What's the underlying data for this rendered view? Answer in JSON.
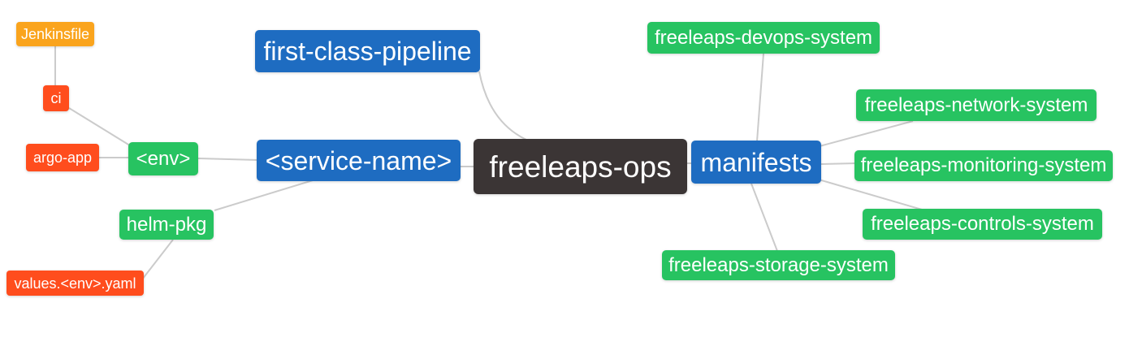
{
  "diagram": {
    "type": "mindmap",
    "root_label": "freeleaps-ops"
  },
  "colors": {
    "blue": "#1e6cc1",
    "green": "#27c361",
    "orange": "#faa41d",
    "red": "#ff4d1d",
    "dark": "#3b3535",
    "edge": "#cbcbcb",
    "background": "#ffffff",
    "node_text": "#ffffff"
  },
  "nodes": [
    {
      "id": "jenkinsfile",
      "label": "Jenkinsfile",
      "color": "#faa41d"
    },
    {
      "id": "ci",
      "label": "ci",
      "color": "#ff4d1d"
    },
    {
      "id": "argo-app",
      "label": "argo-app",
      "color": "#ff4d1d"
    },
    {
      "id": "env",
      "label": "<env>",
      "color": "#27c361"
    },
    {
      "id": "helm-pkg",
      "label": "helm-pkg",
      "color": "#27c361"
    },
    {
      "id": "values-env-yaml",
      "label": "values.<env>.yaml",
      "color": "#ff4d1d"
    },
    {
      "id": "first-class-pipeline",
      "label": "first-class-pipeline",
      "color": "#1e6cc1"
    },
    {
      "id": "service-name",
      "label": "<service-name>",
      "color": "#1e6cc1"
    },
    {
      "id": "freeleaps-ops",
      "label": "freeleaps-ops",
      "color": "#3b3535"
    },
    {
      "id": "manifests",
      "label": "manifests",
      "color": "#1e6cc1"
    },
    {
      "id": "freeleaps-devops-system",
      "label": "freeleaps-devops-system",
      "color": "#27c361"
    },
    {
      "id": "freeleaps-network-system",
      "label": "freeleaps-network-system",
      "color": "#27c361"
    },
    {
      "id": "freeleaps-monitoring-system",
      "label": "freeleaps-monitoring-system",
      "color": "#27c361"
    },
    {
      "id": "freeleaps-controls-system",
      "label": "freeleaps-controls-system",
      "color": "#27c361"
    },
    {
      "id": "freeleaps-storage-system",
      "label": "freeleaps-storage-system",
      "color": "#27c361"
    }
  ],
  "edges": [
    {
      "from": "Jenkinsfile",
      "to": "ci"
    },
    {
      "from": "ci",
      "to": "<env>"
    },
    {
      "from": "argo-app",
      "to": "<env>"
    },
    {
      "from": "<env>",
      "to": "<service-name>"
    },
    {
      "from": "helm-pkg",
      "to": "<service-name>"
    },
    {
      "from": "values.<env>.yaml",
      "to": "helm-pkg"
    },
    {
      "from": "first-class-pipeline",
      "to": "freeleaps-ops"
    },
    {
      "from": "<service-name>",
      "to": "freeleaps-ops"
    },
    {
      "from": "freeleaps-ops",
      "to": "manifests"
    },
    {
      "from": "manifests",
      "to": "freeleaps-devops-system"
    },
    {
      "from": "manifests",
      "to": "freeleaps-network-system"
    },
    {
      "from": "manifests",
      "to": "freeleaps-monitoring-system"
    },
    {
      "from": "manifests",
      "to": "freeleaps-controls-system"
    },
    {
      "from": "manifests",
      "to": "freeleaps-storage-system"
    }
  ]
}
